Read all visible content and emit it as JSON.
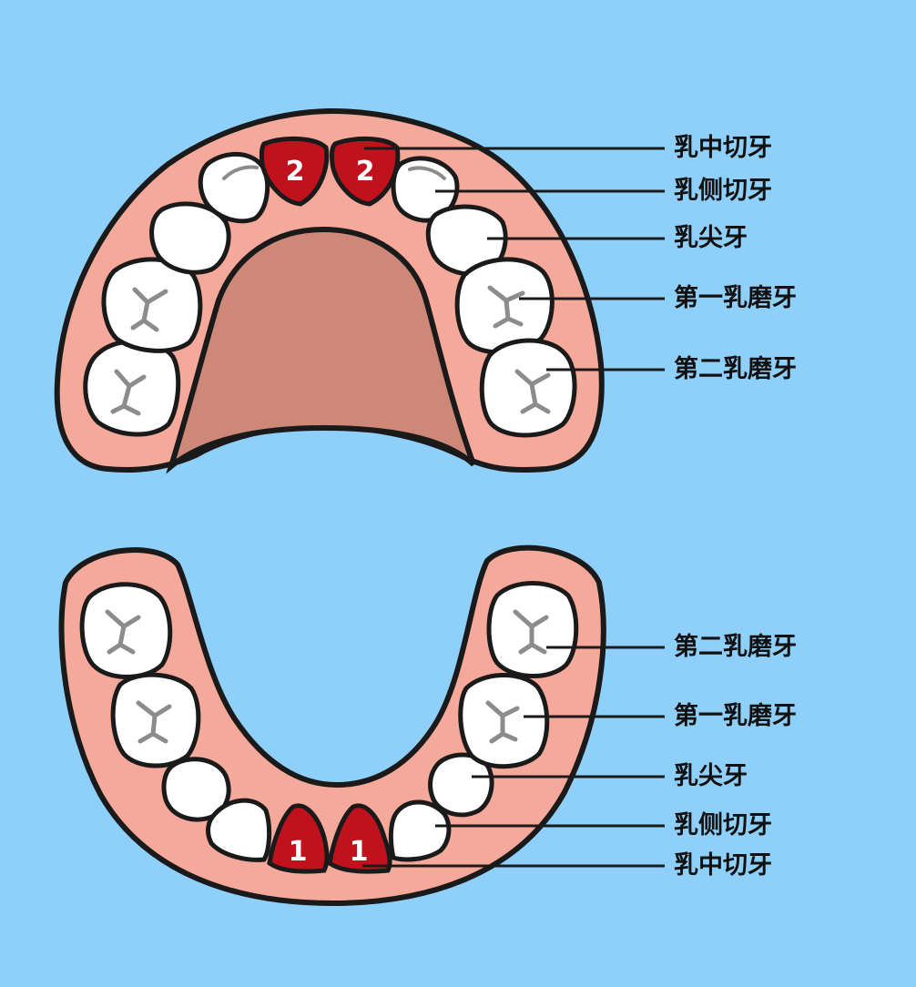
{
  "upper_jaw": {
    "labels": [
      "乳中切牙",
      "乳侧切牙",
      "乳尖牙",
      "第一乳磨牙",
      "第二乳磨牙"
    ],
    "highlight_number": "2"
  },
  "lower_jaw": {
    "labels": [
      "第二乳磨牙",
      "第一乳磨牙",
      "乳尖牙",
      "乳侧切牙",
      "乳中切牙"
    ],
    "highlight_number": "1"
  },
  "colors": {
    "background": "#8fd0fa",
    "gum": "#f4a99a",
    "palate": "#cd8878",
    "tooth": "#ffffff",
    "highlight_tooth": "#c0121c",
    "outline": "#1a1a1a"
  }
}
